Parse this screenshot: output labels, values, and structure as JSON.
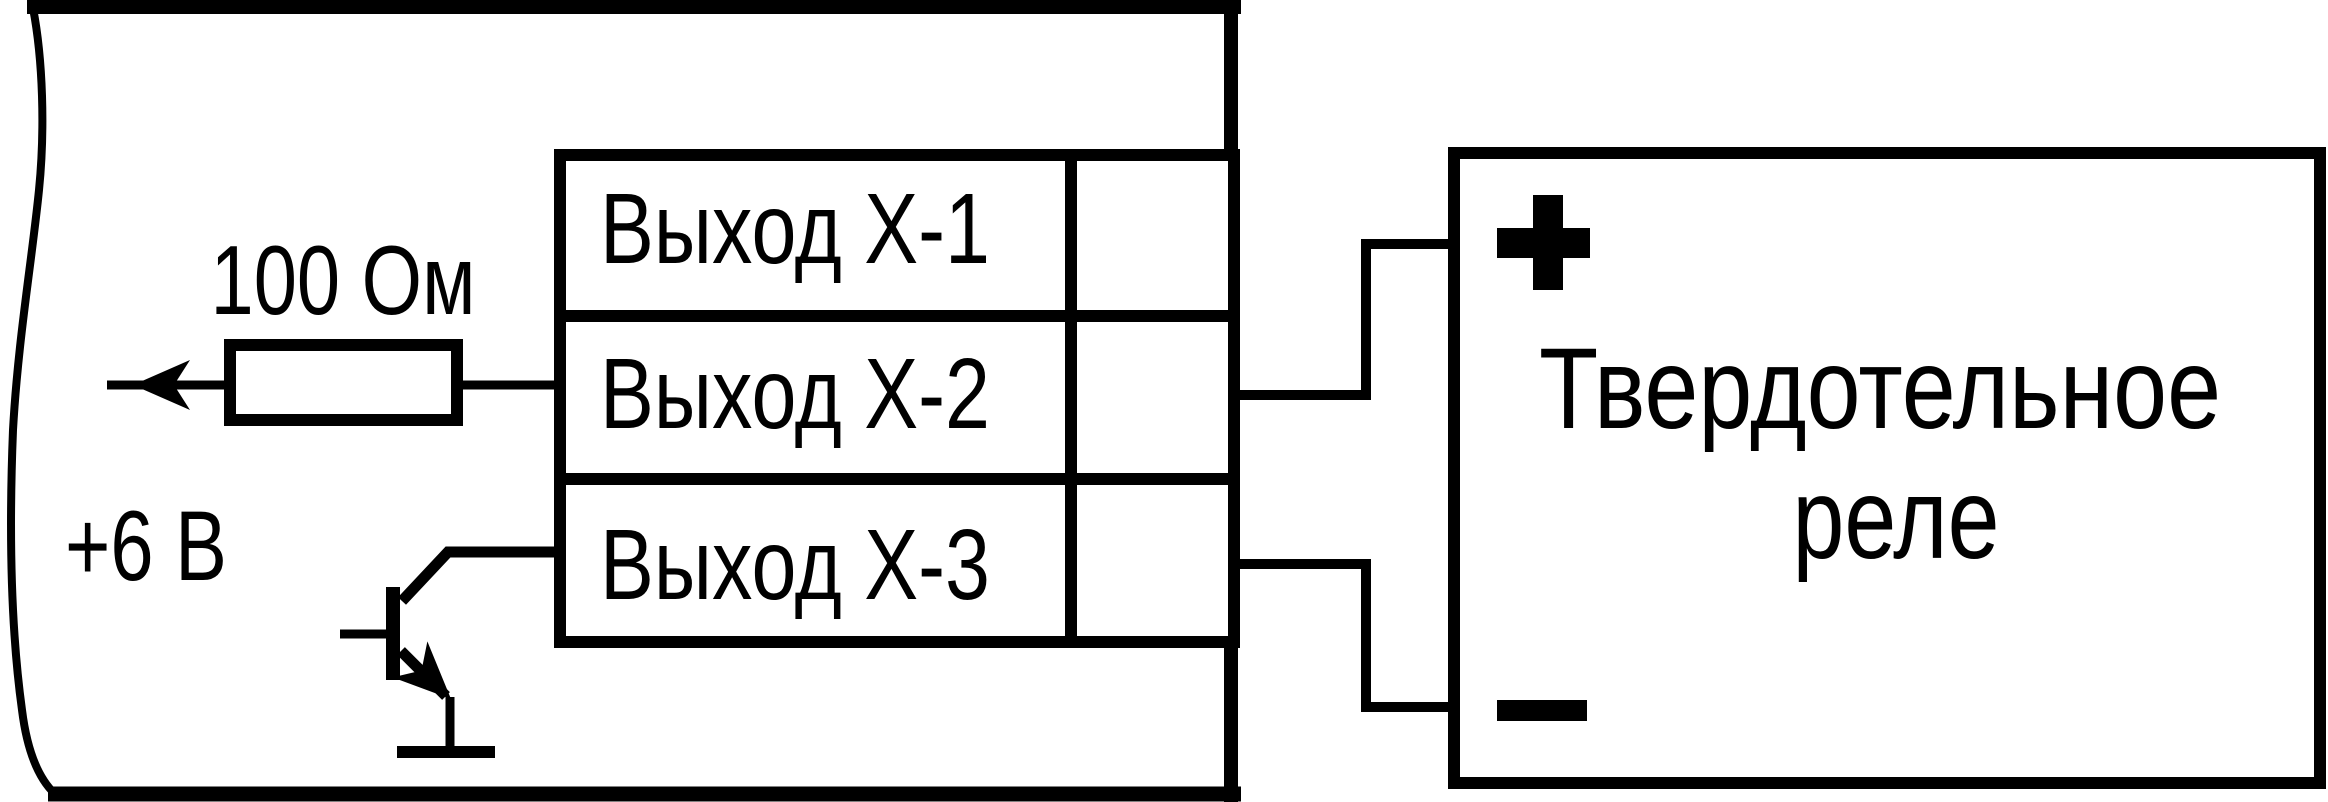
{
  "device": {
    "terminal_block": {
      "rows": [
        {
          "label": "Выход Х-1"
        },
        {
          "label": "Выход Х-2"
        },
        {
          "label": "Выход Х-3"
        }
      ]
    },
    "resistor": {
      "label": "100 Ом"
    },
    "supply": {
      "label": "+6 В"
    }
  },
  "relay": {
    "label_line1": "Твердотельное",
    "label_line2": "реле",
    "plus_symbol": "+",
    "minus_symbol": "−"
  },
  "colors": {
    "line": "#000000",
    "background": "#ffffff"
  }
}
